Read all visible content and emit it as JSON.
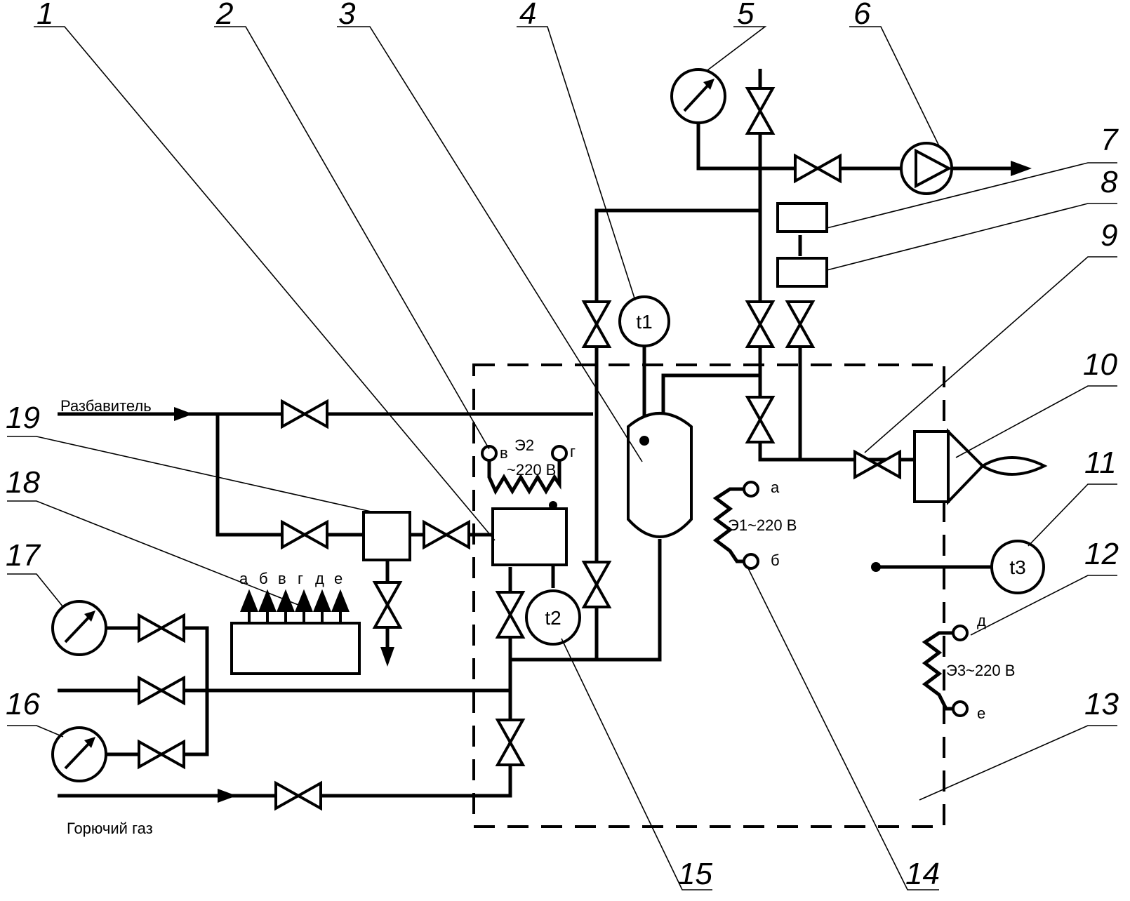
{
  "callouts": [
    "1",
    "2",
    "3",
    "4",
    "5",
    "6",
    "7",
    "8",
    "9",
    "10",
    "11",
    "12",
    "13",
    "14",
    "15",
    "16",
    "17",
    "18",
    "19"
  ],
  "inputs": {
    "diluent": "Разбавитель",
    "fuel_gas": "Горючий газ"
  },
  "thermometers": {
    "t1": "t1",
    "t2": "t2",
    "t3": "t3"
  },
  "heaters": {
    "e1": {
      "label": "Э1~220 В",
      "term_a": "а",
      "term_b": "б"
    },
    "e2": {
      "label": "Э2",
      "voltage": "~220 В",
      "term_v": "в",
      "term_g": "г"
    },
    "e3": {
      "label": "Э3~220 В",
      "term_d": "д",
      "term_e": "е"
    }
  },
  "distributor_terminals": [
    "а",
    "б",
    "в",
    "г",
    "д",
    "е"
  ]
}
